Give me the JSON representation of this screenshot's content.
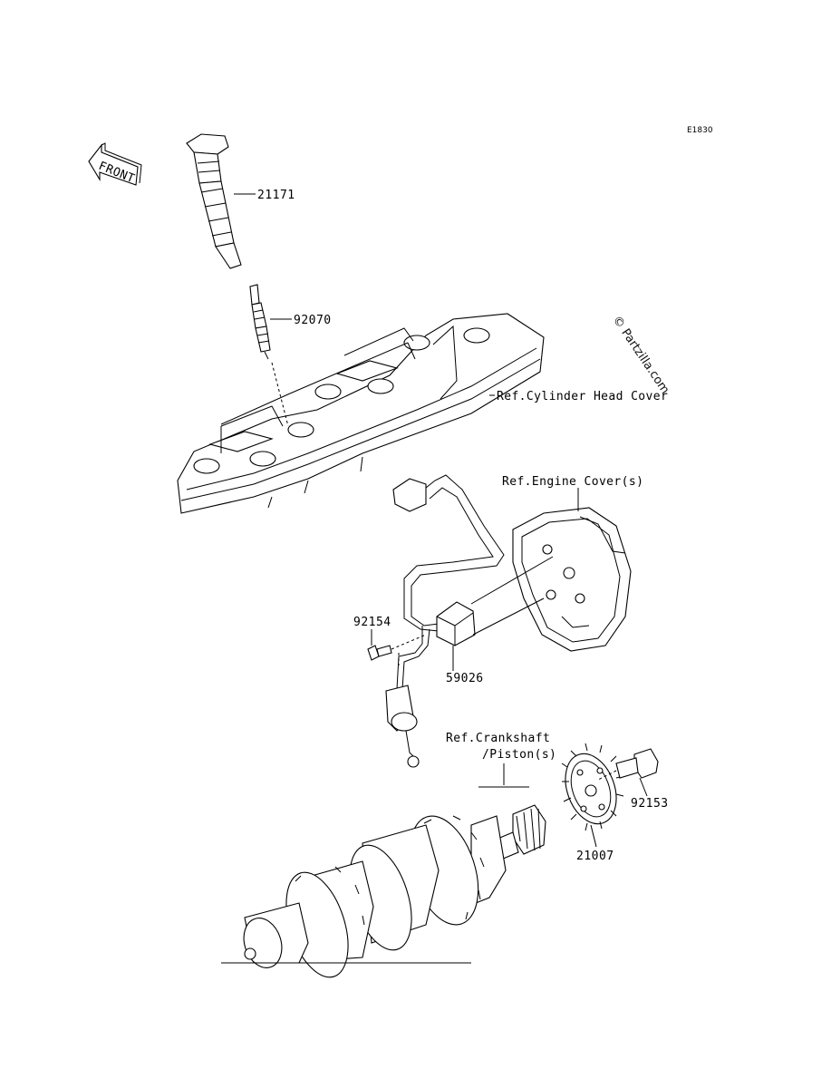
{
  "diagram_code": "E1830",
  "watermark": "© Partzilla.com",
  "front_label": "FRONT",
  "parts": [
    {
      "number": "21171"
    },
    {
      "number": "92070"
    },
    {
      "number": "92154"
    },
    {
      "number": "59026"
    },
    {
      "number": "92153"
    },
    {
      "number": "21007"
    }
  ],
  "references": {
    "cylinder_head_cover": "Ref.Cylinder Head Cover",
    "engine_cover": "Ref.Engine Cover(s)",
    "crankshaft_line1": "Ref.Crankshaft",
    "crankshaft_line2": "/Piston(s)"
  }
}
